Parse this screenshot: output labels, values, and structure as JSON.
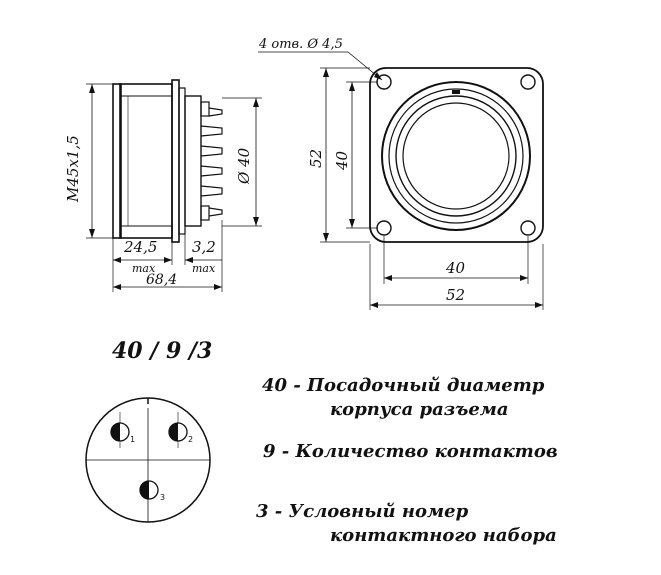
{
  "side_view": {
    "thread_label": "M45x1,5",
    "dia_label": "Ø 40",
    "len1_value": "24,5",
    "len1_suffix": "max",
    "len2_value": "3,2",
    "len2_suffix": "max",
    "total_length": "68,4"
  },
  "front_view": {
    "holes_label": "4 отв. Ø 4,5",
    "outer_height": "52",
    "inner_height": "40",
    "inner_width": "40",
    "outer_width": "52"
  },
  "code": {
    "title": "40 / 9 /3"
  },
  "pin_layout": {
    "pins": [
      {
        "label": "1"
      },
      {
        "label": "2"
      },
      {
        "label": "3"
      }
    ]
  },
  "legend": {
    "line1": "40 -  Посадочный диаметр",
    "line1b": "корпуса разъема",
    "line2": "9 - Количество контактов",
    "line3": "3  - Условный номер",
    "line3b": "контактного набора"
  }
}
